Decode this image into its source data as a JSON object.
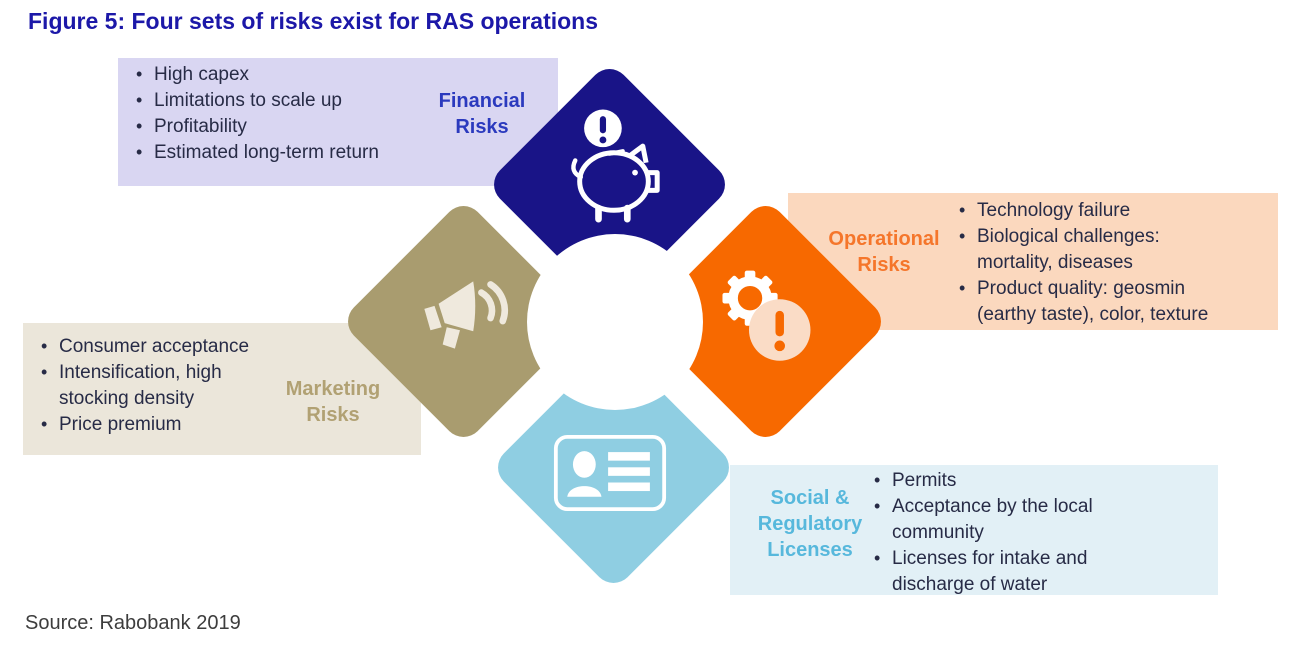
{
  "figure": {
    "title": "Figure 5: Four sets of risks exist for RAS operations",
    "source": "Source: Rabobank 2019"
  },
  "quadrants": {
    "financial": {
      "label_lines": [
        "Financial",
        "Risks"
      ],
      "items": [
        [
          "High capex"
        ],
        [
          "Limitations to scale up"
        ],
        [
          "Profitability"
        ],
        [
          "Estimated long-term return"
        ]
      ],
      "icon": "piggy-bank-alert-icon"
    },
    "operational": {
      "label_lines": [
        "Operational",
        "Risks"
      ],
      "items": [
        [
          "Technology failure"
        ],
        [
          "Biological challenges:",
          "mortality, diseases"
        ],
        [
          "Product quality: geosmin",
          "(earthy taste), color, texture"
        ]
      ],
      "icon": "gear-alert-icon"
    },
    "marketing": {
      "label_lines": [
        "Marketing",
        "Risks"
      ],
      "items": [
        [
          "Consumer acceptance"
        ],
        [
          "Intensification, high",
          "stocking density"
        ],
        [
          "Price premium"
        ]
      ],
      "icon": "megaphone-icon"
    },
    "social": {
      "label_lines": [
        "Social &",
        "Regulatory",
        "Licenses"
      ],
      "items": [
        [
          "Permits"
        ],
        [
          "Acceptance by the local",
          "community"
        ],
        [
          "Licenses for intake and",
          "discharge of water"
        ]
      ],
      "icon": "id-card-icon"
    }
  },
  "colors": {
    "title_text": "#1c18a8",
    "bullet_text": "#272b46",
    "source_text": "#3d3d3d",
    "financial_diamond": "#191487",
    "financial_box": "#d9d6f2",
    "financial_label": "#2b3abe",
    "operational_diamond": "#f76900",
    "operational_box": "#fbd8be",
    "operational_label": "#f5762b",
    "marketing_diamond": "#a99c6f",
    "marketing_box": "#ebe6da",
    "marketing_label": "#b1a173",
    "social_diamond": "#8fcee2",
    "social_box": "#e2f0f6",
    "social_label": "#57b8dc",
    "icon_white": "#ffffff",
    "megaphone_icon_fill": "#efe9dd",
    "gear_alert_circle_fill": "#fadcc6"
  }
}
